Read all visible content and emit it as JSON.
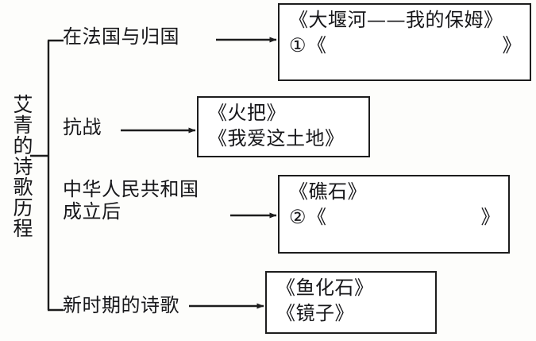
{
  "diagram": {
    "type": "tree-bracket",
    "root": {
      "label": "艾青的诗歌历程",
      "orientation": "vertical"
    },
    "branches": [
      {
        "id": "france",
        "label": "在法国与归国",
        "arrow": "right-arrow",
        "box": {
          "id": "box-1",
          "lines": [
            {
              "kind": "title",
              "text": "《大堰河——我的保姆》"
            },
            {
              "kind": "blank",
              "number": "①",
              "open": "《",
              "close": "》",
              "answer": ""
            }
          ]
        }
      },
      {
        "id": "war",
        "label": "抗战",
        "arrow": "right-arrow",
        "box": {
          "id": "box-2",
          "lines": [
            {
              "kind": "title",
              "text": "《火把》"
            },
            {
              "kind": "title",
              "text": "《我爱这土地》"
            }
          ]
        }
      },
      {
        "id": "prc",
        "label": "中华人民共和国\n成立后",
        "arrow": "right-arrow",
        "box": {
          "id": "box-3",
          "lines": [
            {
              "kind": "title",
              "text": "《礁石》"
            },
            {
              "kind": "blank",
              "number": "②",
              "open": "《",
              "close": "》",
              "answer": ""
            }
          ]
        }
      },
      {
        "id": "newera",
        "label": "新时期的诗歌",
        "arrow": "right-arrow",
        "box": {
          "id": "box-4",
          "lines": [
            {
              "kind": "title",
              "text": "《鱼化石》"
            },
            {
              "kind": "title",
              "text": "《镜子》"
            }
          ]
        }
      }
    ],
    "colors": {
      "ink": "#17171a",
      "stroke": "#1d1d1d",
      "background": "#fdfdfb",
      "box_fill": "#ffffff"
    }
  }
}
